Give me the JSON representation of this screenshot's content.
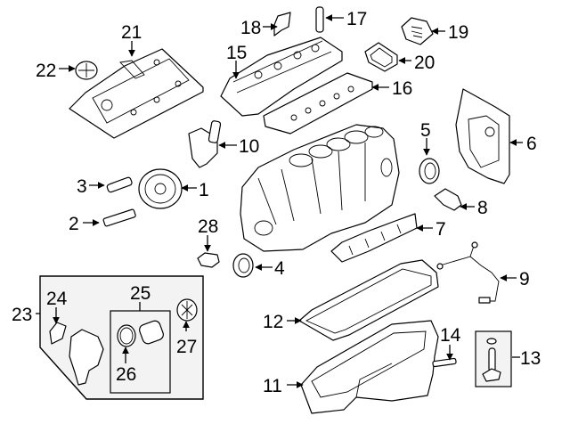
{
  "diagram": {
    "title": "Engine parts exploded view",
    "accent": "#000000",
    "background": "#ffffff",
    "callouts": [
      {
        "id": "1",
        "label": "1",
        "part": "crankshaft-pulley"
      },
      {
        "id": "2",
        "label": "2",
        "part": "pulley-bolt"
      },
      {
        "id": "3",
        "label": "3",
        "part": "bolt"
      },
      {
        "id": "4",
        "label": "4",
        "part": "front-crank-seal"
      },
      {
        "id": "5",
        "label": "5",
        "part": "rear-crank-seal"
      },
      {
        "id": "6",
        "label": "6",
        "part": "rear-cover-plate"
      },
      {
        "id": "7",
        "label": "7",
        "part": "oil-baffle"
      },
      {
        "id": "8",
        "label": "8",
        "part": "crank-position-sensor"
      },
      {
        "id": "9",
        "label": "9",
        "part": "oil-level-sensor-harness"
      },
      {
        "id": "10",
        "label": "10",
        "part": "camshaft-sensor"
      },
      {
        "id": "11",
        "label": "11",
        "part": "oil-pan"
      },
      {
        "id": "12",
        "label": "12",
        "part": "oil-pan-gasket"
      },
      {
        "id": "13",
        "label": "13",
        "part": "oil-level-sensor-kit"
      },
      {
        "id": "14",
        "label": "14",
        "part": "drain-plug"
      },
      {
        "id": "15",
        "label": "15",
        "part": "valve-cover"
      },
      {
        "id": "16",
        "label": "16",
        "part": "valve-cover-gasket"
      },
      {
        "id": "17",
        "label": "17",
        "part": "spark-plug-tube"
      },
      {
        "id": "18",
        "label": "18",
        "part": "bracket"
      },
      {
        "id": "19",
        "label": "19",
        "part": "breather-cover"
      },
      {
        "id": "20",
        "label": "20",
        "part": "breather-gasket"
      },
      {
        "id": "21",
        "label": "21",
        "part": "engine-cover"
      },
      {
        "id": "22",
        "label": "22",
        "part": "emblem"
      },
      {
        "id": "23",
        "label": "23",
        "part": "oil-filter-housing-kit"
      },
      {
        "id": "24",
        "label": "24",
        "part": "housing-gasket"
      },
      {
        "id": "25",
        "label": "25",
        "part": "oil-filter-kit"
      },
      {
        "id": "26",
        "label": "26",
        "part": "o-ring"
      },
      {
        "id": "27",
        "label": "27",
        "part": "filter-cap"
      },
      {
        "id": "28",
        "label": "28",
        "part": "oil-pressure-switch"
      }
    ]
  }
}
